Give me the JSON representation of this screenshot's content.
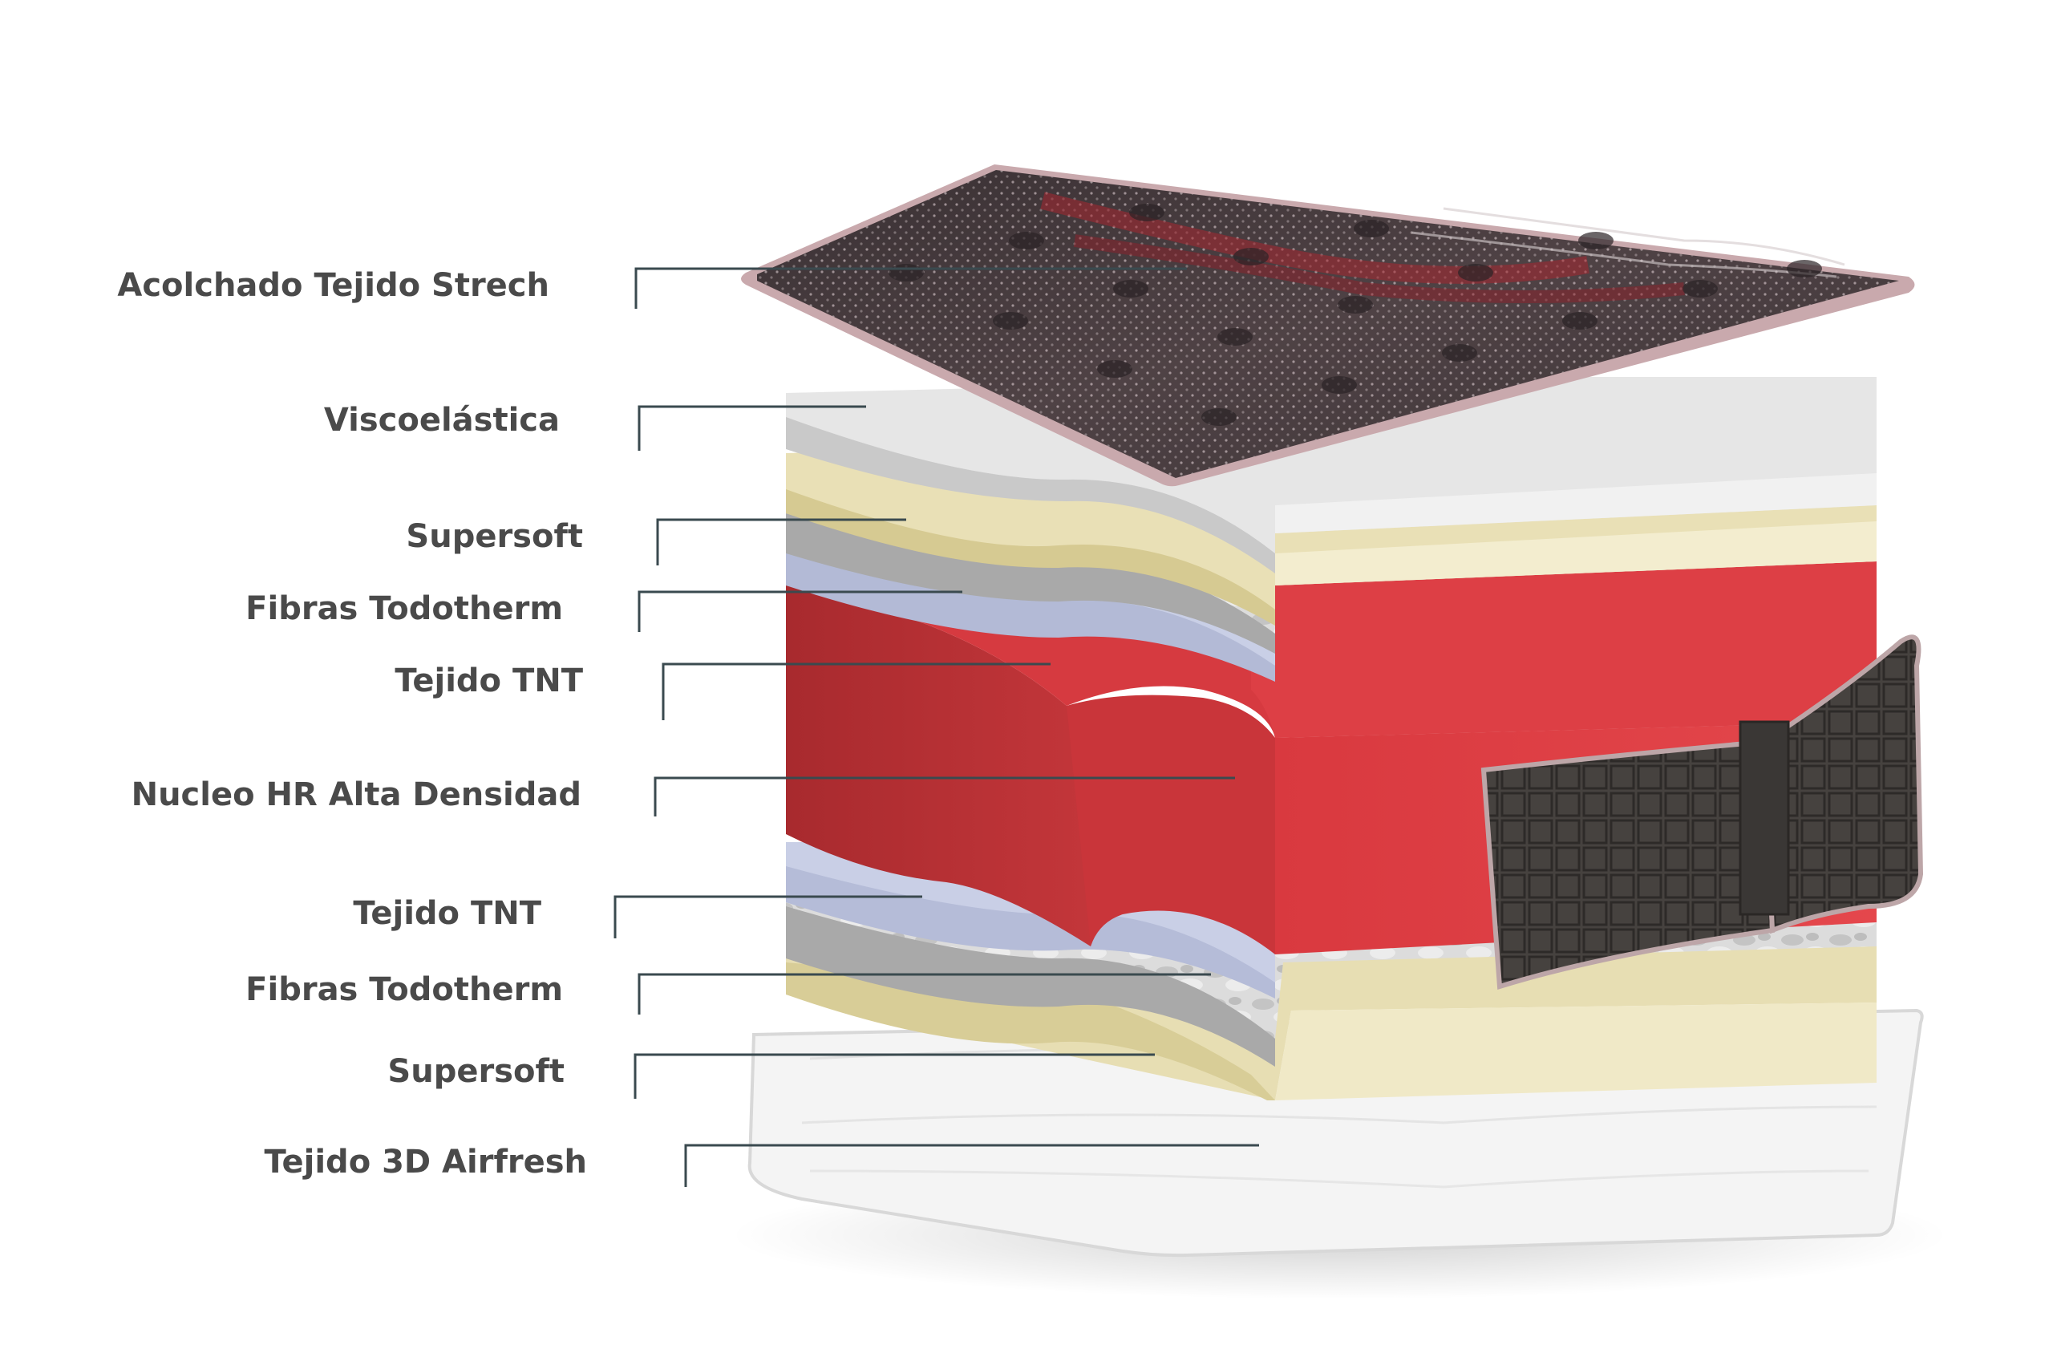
{
  "labels": [
    {
      "id": "acolchado",
      "text": "Acolchado Tejido Strech"
    },
    {
      "id": "visco",
      "text": "Viscoelástica"
    },
    {
      "id": "supersoft-1",
      "text": "Supersoft"
    },
    {
      "id": "fibras-1",
      "text": "Fibras Todotherm"
    },
    {
      "id": "tnt-1",
      "text": "Tejido TNT"
    },
    {
      "id": "nucleo",
      "text": "Nucleo HR Alta Densidad"
    },
    {
      "id": "tnt-2",
      "text": "Tejido TNT"
    },
    {
      "id": "fibras-2",
      "text": "Fibras Todotherm"
    },
    {
      "id": "supersoft-2",
      "text": "Supersoft"
    },
    {
      "id": "airfresh",
      "text": "Tejido 3D Airfresh"
    }
  ],
  "colors": {
    "label_text": "#4a4a4a",
    "leader_line": "#3a4a4f",
    "topper": "#4a3e41",
    "topper_red": "#9b2530",
    "visco": "#e8e8e8",
    "supersoft": "#efe7c2",
    "fibras": "#cfcfcf",
    "tnt": "#c9cfe6",
    "nucleo_front": "#dd3e44",
    "nucleo_side": "#b12e31",
    "airfresh": "#f5f5f5",
    "ribbon": "#3d3a38"
  },
  "icons": {
    "ribbon": "side-label-ribbon-icon",
    "tufts": "tufted-button-icon"
  }
}
